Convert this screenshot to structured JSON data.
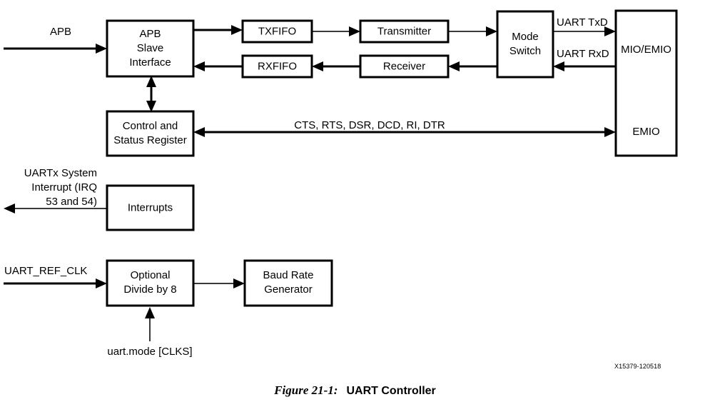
{
  "figure": {
    "caption_number": "Figure 21-1:",
    "caption_title": "UART Controller",
    "figure_id": "X15379-120518"
  },
  "blocks": {
    "apb_slave": {
      "lines": [
        "APB",
        "Slave",
        "Interface"
      ]
    },
    "txfifo": {
      "label": "TXFIFO"
    },
    "rxfifo": {
      "label": "RXFIFO"
    },
    "transmitter": {
      "label": "Transmitter"
    },
    "receiver": {
      "label": "Receiver"
    },
    "mode_switch": {
      "lines": [
        "Mode",
        "Switch"
      ]
    },
    "mio_emio": {
      "label_top": "MIO/EMIO",
      "label_bottom": "EMIO"
    },
    "control_status": {
      "lines": [
        "Control and",
        "Status Register"
      ]
    },
    "interrupts": {
      "label": "Interrupts"
    },
    "optional_divide": {
      "lines": [
        "Optional",
        "Divide by 8"
      ]
    },
    "baud_rate": {
      "lines": [
        "Baud Rate",
        "Generator"
      ]
    }
  },
  "signals": {
    "apb_in": "APB",
    "uart_txd": "UART TxD",
    "uart_rxd": "UART RxD",
    "modem_control": "CTS, RTS, DSR, DCD, RI, DTR",
    "interrupt_out": [
      "UARTx System",
      "Interrupt (IRQ",
      "53 and 54)"
    ],
    "uart_ref_clk": "UART_REF_CLK",
    "uart_mode_clks": "uart.mode [CLKS]"
  },
  "colors": {
    "stroke": "#000000",
    "thin_stroke": "#3a3a3a",
    "background": "#ffffff"
  }
}
